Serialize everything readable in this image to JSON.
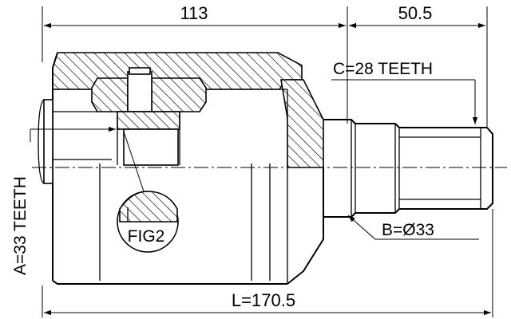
{
  "dimensions": {
    "housing_length": "113",
    "stub_length": "50.5",
    "total_length": "L=170.5"
  },
  "labels": {
    "outer_teeth": "C=28 TEETH",
    "stub_diameter": "B=Ø33",
    "inner_teeth": "A=33 TEETH",
    "detail_ref": "FIG2"
  }
}
